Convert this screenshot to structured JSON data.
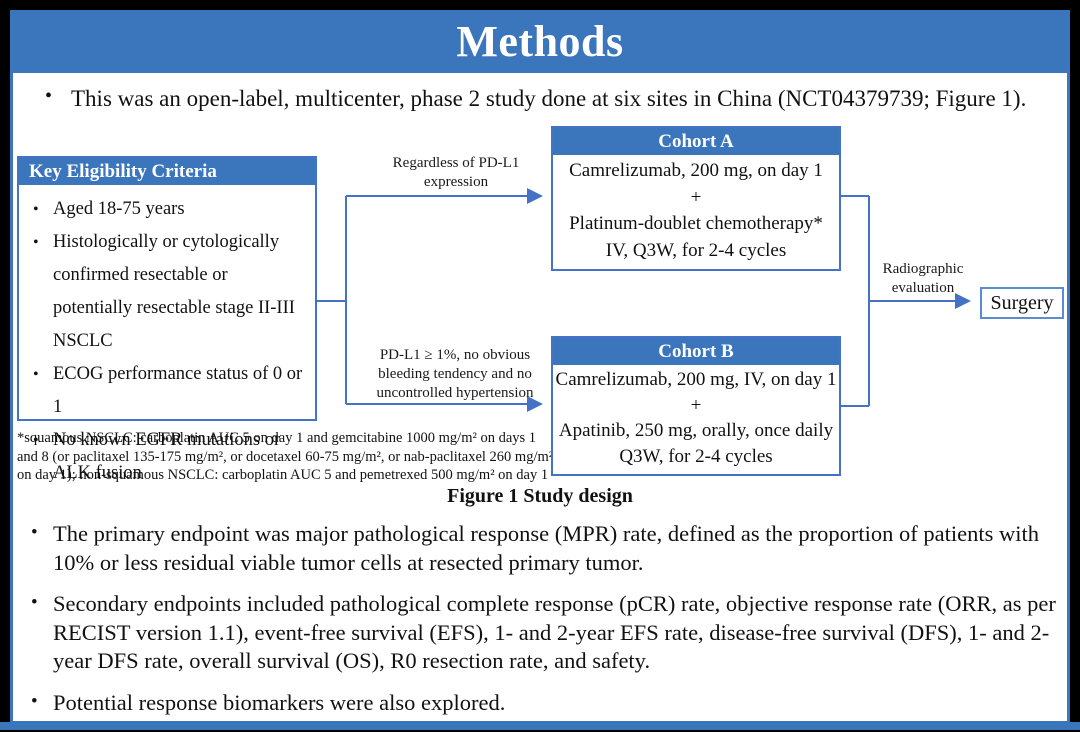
{
  "title": "Methods",
  "intro_bullet": "This was an open-label, multicenter, phase 2 study done at six sites in China (NCT04379739; Figure 1).",
  "figure": {
    "caption": "Figure 1 Study design",
    "eligibility": {
      "header": "Key Eligibility Criteria",
      "items": [
        "Aged 18-75 years",
        "Histologically or cytologically confirmed resectable or potentially resectable stage II-III NSCLC",
        "ECOG performance status of 0 or 1",
        "No known EGFR mutations or ALK fusion"
      ]
    },
    "branch_top_label": "Regardless of PD-L1 expression",
    "branch_bottom_label": "PD-L1 ≥ 1%, no obvious bleeding tendency and no uncontrolled hypertension",
    "cohort_a": {
      "header": "Cohort A",
      "lines": [
        "Camrelizumab, 200 mg, on day 1",
        "+",
        "Platinum-doublet chemotherapy*",
        "IV, Q3W, for 2-4 cycles"
      ]
    },
    "cohort_b": {
      "header": "Cohort B",
      "lines": [
        "Camrelizumab, 200 mg, IV, on day 1",
        "+",
        "Apatinib, 250 mg, orally, once daily",
        "Q3W, for 2-4 cycles"
      ]
    },
    "evaluation_label": "Radiographic evaluation",
    "surgery_label": "Surgery",
    "footnote": "*squamous NSCLC: carboplatin AUC 5 on day 1 and gemcitabine 1000 mg/m² on days 1 and 8 (or paclitaxel 135-175 mg/m², or docetaxel 60-75 mg/m², or nab-paclitaxel 260 mg/m², on day 1); non-squamous NSCLC: carboplatin AUC 5 and pemetrexed 500 mg/m² on day 1"
  },
  "bullets": [
    "The primary endpoint was major pathological response (MPR) rate, defined as the proportion of patients with 10% or less residual viable tumor cells at resected primary tumor.",
    "Secondary endpoints included pathological complete response (pCR) rate, objective response rate (ORR, as per RECIST version 1.1), event-free survival (EFS), 1- and 2-year EFS rate, disease-free survival (DFS), 1- and 2-year DFS rate, overall survival (OS), R0 resection rate, and safety.",
    "Potential response biomarkers were also explored."
  ],
  "colors": {
    "title_bar": "#3B76BD",
    "box_header_fill": "#3B76BD",
    "box_border": "#4472C4",
    "connector": "#4472C4",
    "surgery_border": "#5B8BD0",
    "frame": "#000000",
    "text": "#111111",
    "title_text": "#FFFFFF"
  }
}
